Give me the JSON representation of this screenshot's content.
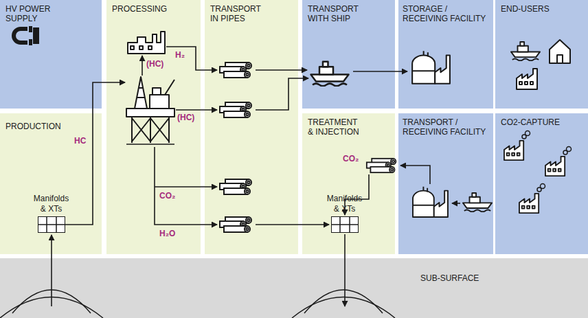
{
  "diagram": {
    "nodes": [
      {
        "text": [
          "HV POWER SUPPLY"
        ]
      },
      {
        "text": [
          "PROCESSING"
        ]
      },
      {
        "text": [
          "TRANSPORT IN PIPES"
        ]
      },
      {
        "text": [
          "TRANSPORT WITH SHIP"
        ]
      },
      {
        "text": [
          "STORAGE / RECEIVING FACILITY"
        ]
      },
      {
        "text": [
          "END-USERS"
        ]
      },
      {
        "text": [
          "PRODUCTION"
        ]
      },
      {
        "text": [
          "Manifolds & XTs"
        ],
        "in": 6
      },
      {
        "text": [
          "TREATMENT & INJECTION"
        ]
      },
      {
        "text": [
          "Manifolds & XTs"
        ],
        "in": 8
      },
      {
        "text": [
          "TRANSPORT / RECEIVING FACILITY"
        ]
      },
      {
        "text": [
          "CO2-CAPTURE"
        ]
      },
      {
        "text": [
          "SUB-SURFACE"
        ]
      }
    ],
    "labels": [
      "H₂",
      "(HC)",
      "(HC)",
      "HC",
      "CO₂",
      "CO₂",
      "H₂O"
    ]
  }
}
